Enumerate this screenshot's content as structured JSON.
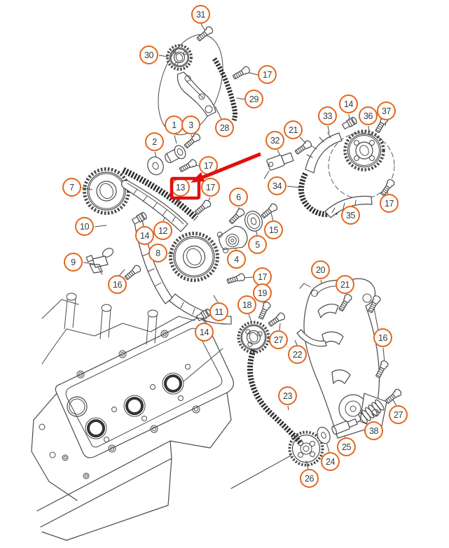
{
  "diagram": {
    "type": "exploded-parts-diagram",
    "subject": "engine-timing-chain-system",
    "highlighted_part": "13"
  },
  "colors": {
    "callout_ring": "#e5671d",
    "number_ink": "#3a3a3a",
    "line_ink": "#4a4a4a",
    "chain_ink": "#303030",
    "highlight_red": "#e01010",
    "background": "#ffffff"
  },
  "callouts": [
    {
      "label": "31"
    },
    {
      "label": "30"
    },
    {
      "label": "17"
    },
    {
      "label": "29"
    },
    {
      "label": "28"
    },
    {
      "label": "1"
    },
    {
      "label": "3"
    },
    {
      "label": "2"
    },
    {
      "label": "17"
    },
    {
      "label": "13"
    },
    {
      "label": "17"
    },
    {
      "label": "7"
    },
    {
      "label": "10"
    },
    {
      "label": "14"
    },
    {
      "label": "12"
    },
    {
      "label": "9"
    },
    {
      "label": "16"
    },
    {
      "label": "8"
    },
    {
      "label": "11"
    },
    {
      "label": "14"
    },
    {
      "label": "6"
    },
    {
      "label": "15"
    },
    {
      "label": "5"
    },
    {
      "label": "4"
    },
    {
      "label": "17"
    },
    {
      "label": "19"
    },
    {
      "label": "18"
    },
    {
      "label": "33"
    },
    {
      "label": "14"
    },
    {
      "label": "36"
    },
    {
      "label": "37"
    },
    {
      "label": "21"
    },
    {
      "label": "32"
    },
    {
      "label": "34"
    },
    {
      "label": "35"
    },
    {
      "label": "17"
    },
    {
      "label": "20"
    },
    {
      "label": "21"
    },
    {
      "label": "16"
    },
    {
      "label": "27"
    },
    {
      "label": "22"
    },
    {
      "label": "23"
    },
    {
      "label": "27"
    },
    {
      "label": "38"
    },
    {
      "label": "25"
    },
    {
      "label": "24"
    },
    {
      "label": "26"
    }
  ]
}
